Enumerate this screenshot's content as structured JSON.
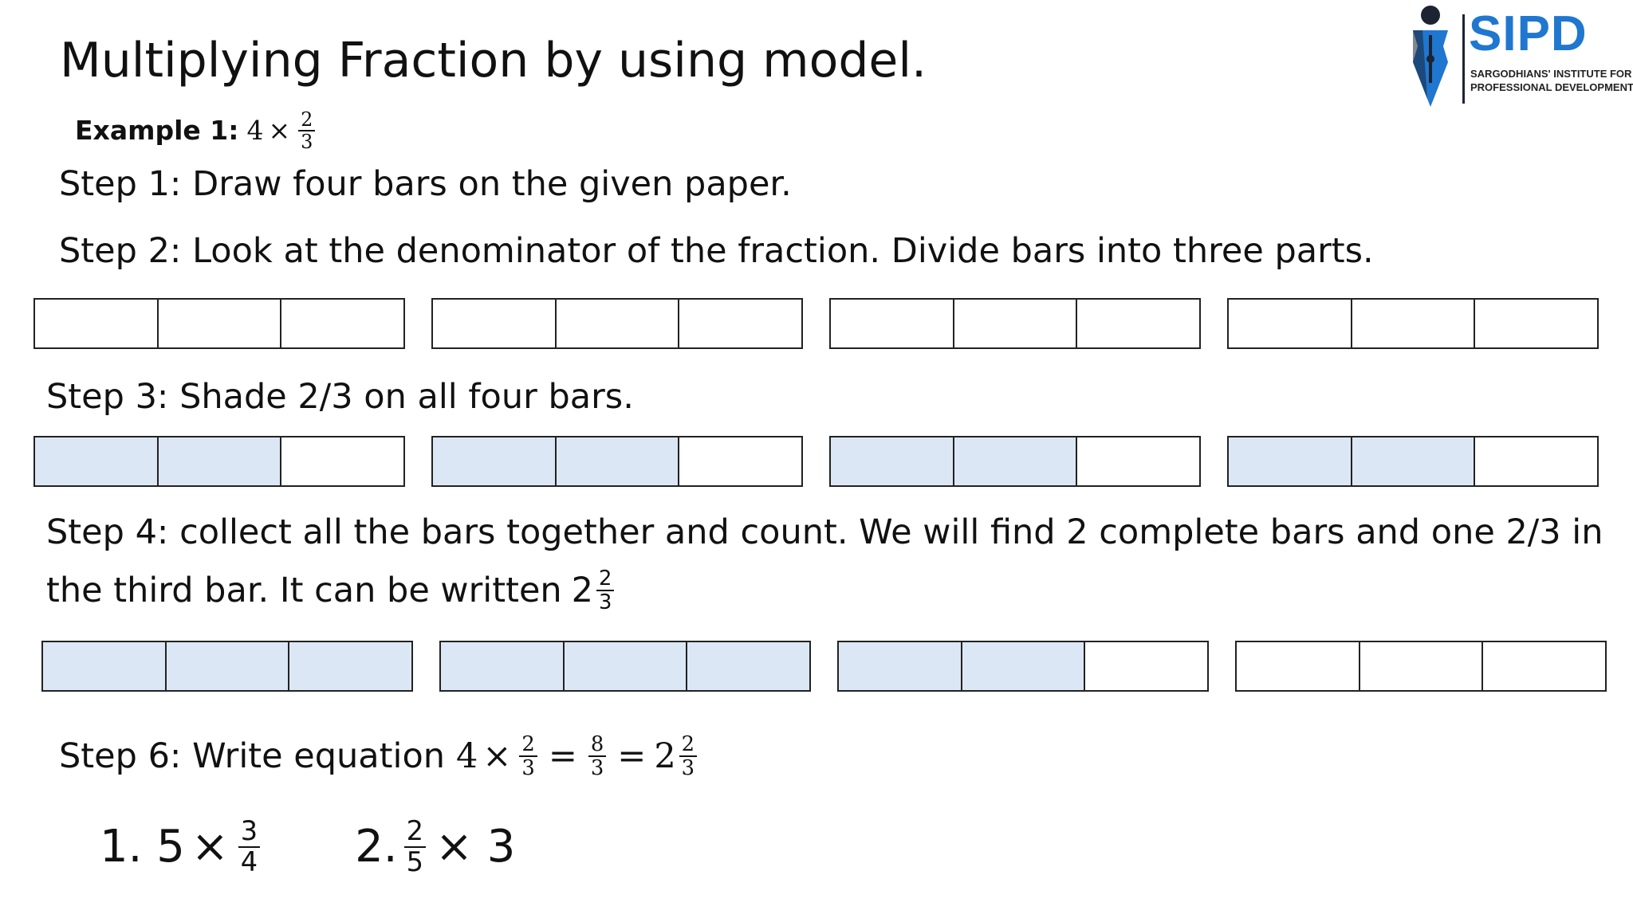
{
  "title": "Multiplying Fraction by using model.",
  "example": {
    "label": "Example 1:",
    "whole": "4",
    "times": "×",
    "num": "2",
    "den": "3"
  },
  "steps": {
    "step1": "Step 1: Draw four bars on the given paper.",
    "step2": "Step 2: Look at the denominator of the fraction. Divide bars into three parts.",
    "step3": "Step 3: Shade 2/3 on all four bars.",
    "step4_line1": "Step 4: collect all the bars together and count. We will find 2 complete bars and one 2/3 in",
    "step4_line2": "the third bar. It can be written",
    "step4_whole": "2",
    "step4_num": "2",
    "step4_den": "3",
    "step6_text": "Step 6: Write equation",
    "step6_whole": "4",
    "step6_times": "×",
    "step6_f1_num": "2",
    "step6_f1_den": "3",
    "step6_eq1": "=",
    "step6_f2_num": "8",
    "step6_f2_den": "3",
    "step6_eq2": "=",
    "step6_mixed_whole": "2",
    "step6_mixed_num": "2",
    "step6_mixed_den": "3"
  },
  "bar_rows": {
    "divided": [
      [
        0,
        0,
        0
      ],
      [
        0,
        0,
        0
      ],
      [
        0,
        0,
        0
      ],
      [
        0,
        0,
        0
      ]
    ],
    "shaded": [
      [
        1,
        1,
        0
      ],
      [
        1,
        1,
        0
      ],
      [
        1,
        1,
        0
      ],
      [
        1,
        1,
        0
      ]
    ],
    "collected": [
      [
        1,
        1,
        1
      ],
      [
        1,
        1,
        1
      ],
      [
        1,
        1,
        0
      ],
      [
        0,
        0,
        0
      ]
    ]
  },
  "exercises": [
    {
      "prefix": "1. 5",
      "op": "×",
      "num": "3",
      "den": "4",
      "suffix": ""
    },
    {
      "prefix": "2.",
      "op": "",
      "num": "2",
      "den": "5",
      "suffix": "× 3"
    }
  ],
  "logo": {
    "name": "SIPD",
    "subtitle_line1": "SARGODHIANS' INSTITUTE FOR",
    "subtitle_line2": "PROFESSIONAL DEVELOPMENT"
  },
  "colors": {
    "shade": "#dce7f5",
    "logo_blue": "#1f77d0",
    "logo_dark": "#1c2333"
  }
}
